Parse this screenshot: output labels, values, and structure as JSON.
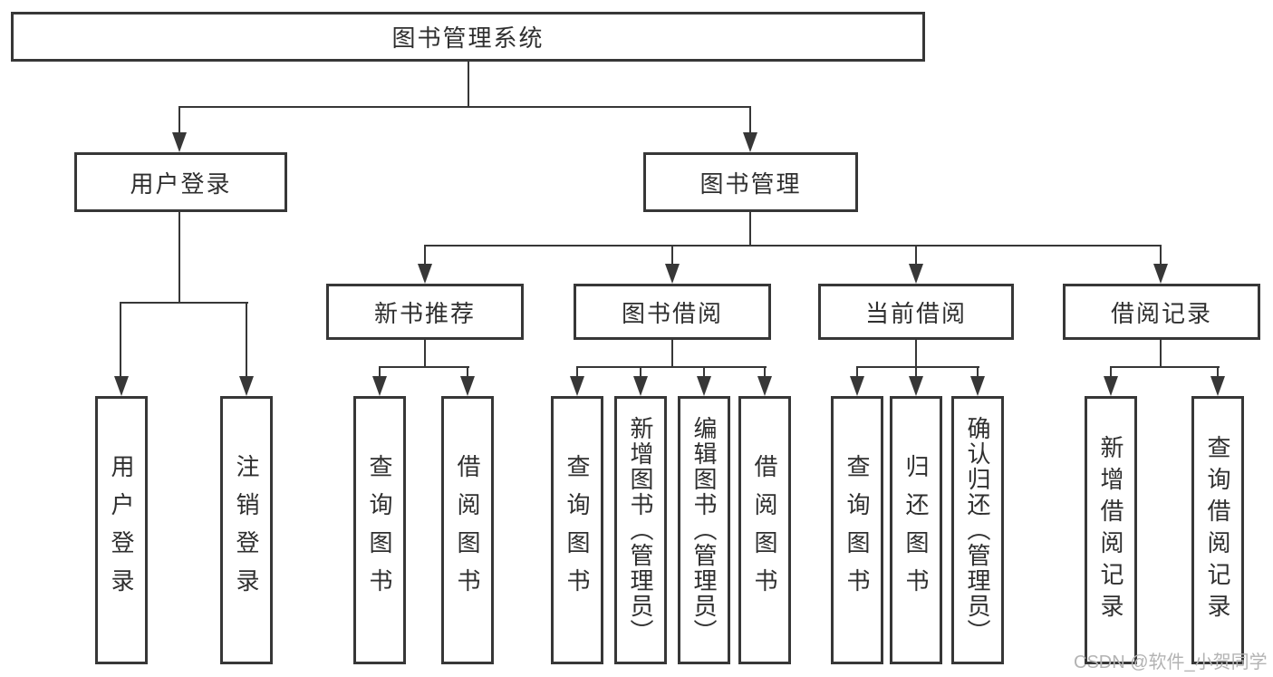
{
  "diagram_title": "图书管理系统",
  "tree": {
    "label": "图书管理系统",
    "children": [
      {
        "label": "用户登录",
        "children": [
          {
            "label": "用户登录"
          },
          {
            "label": "注销登录"
          }
        ]
      },
      {
        "label": "图书管理",
        "children": [
          {
            "label": "新书推荐",
            "children": [
              {
                "label": "查询图书"
              },
              {
                "label": "借阅图书"
              }
            ]
          },
          {
            "label": "图书借阅",
            "children": [
              {
                "label": "查询图书"
              },
              {
                "label": "新增图书（管理员）"
              },
              {
                "label": "编辑图书（管理员）"
              },
              {
                "label": "借阅图书"
              }
            ]
          },
          {
            "label": "当前借阅",
            "children": [
              {
                "label": "查询图书"
              },
              {
                "label": "归还图书"
              },
              {
                "label": "确认归还（管理员）"
              }
            ]
          },
          {
            "label": "借阅记录",
            "children": [
              {
                "label": "新增借阅记录"
              },
              {
                "label": "查询借阅记录"
              }
            ]
          }
        ]
      }
    ]
  },
  "watermark": {
    "text": "CSDN @软件_小贺同学"
  },
  "colors": {
    "line": "#373737",
    "text": "#2f2f2f",
    "watermark": "#b3b3b3",
    "background": "#ffffff"
  }
}
